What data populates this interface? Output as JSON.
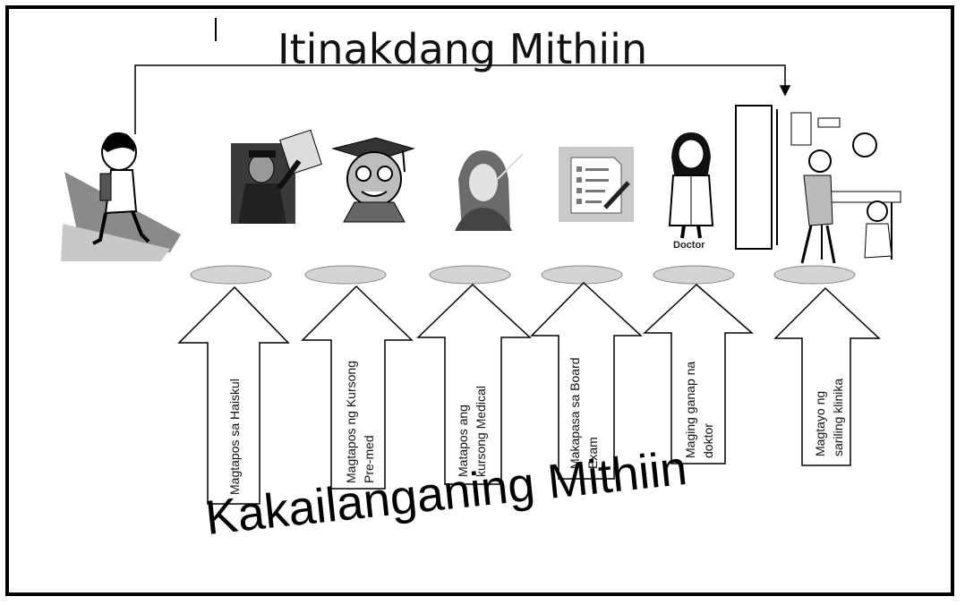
{
  "top_label": "Itinakdang Mithiin",
  "bottom_label": "Kakailanganing Mithiin",
  "doctor_caption": "Doctor",
  "stages": [
    {
      "label": "Magtapos sa Haiskul"
    },
    {
      "label": "Magtapos  ng Kursong\nPre-med"
    },
    {
      "label": "Matapos ang\nkursong Medical"
    },
    {
      "label": "Makapasa sa Board\nExam"
    },
    {
      "label": "Maging ganap na\ndoktor"
    },
    {
      "label": "Magtayo ng\nsariling klinika"
    }
  ],
  "icons": [
    "walking-student-icon",
    "graduate-cheering-icon",
    "graduate-cap-icon",
    "young-woman-icon",
    "exam-checklist-icon",
    "doctor-icon",
    "clinic-scene-icon"
  ]
}
